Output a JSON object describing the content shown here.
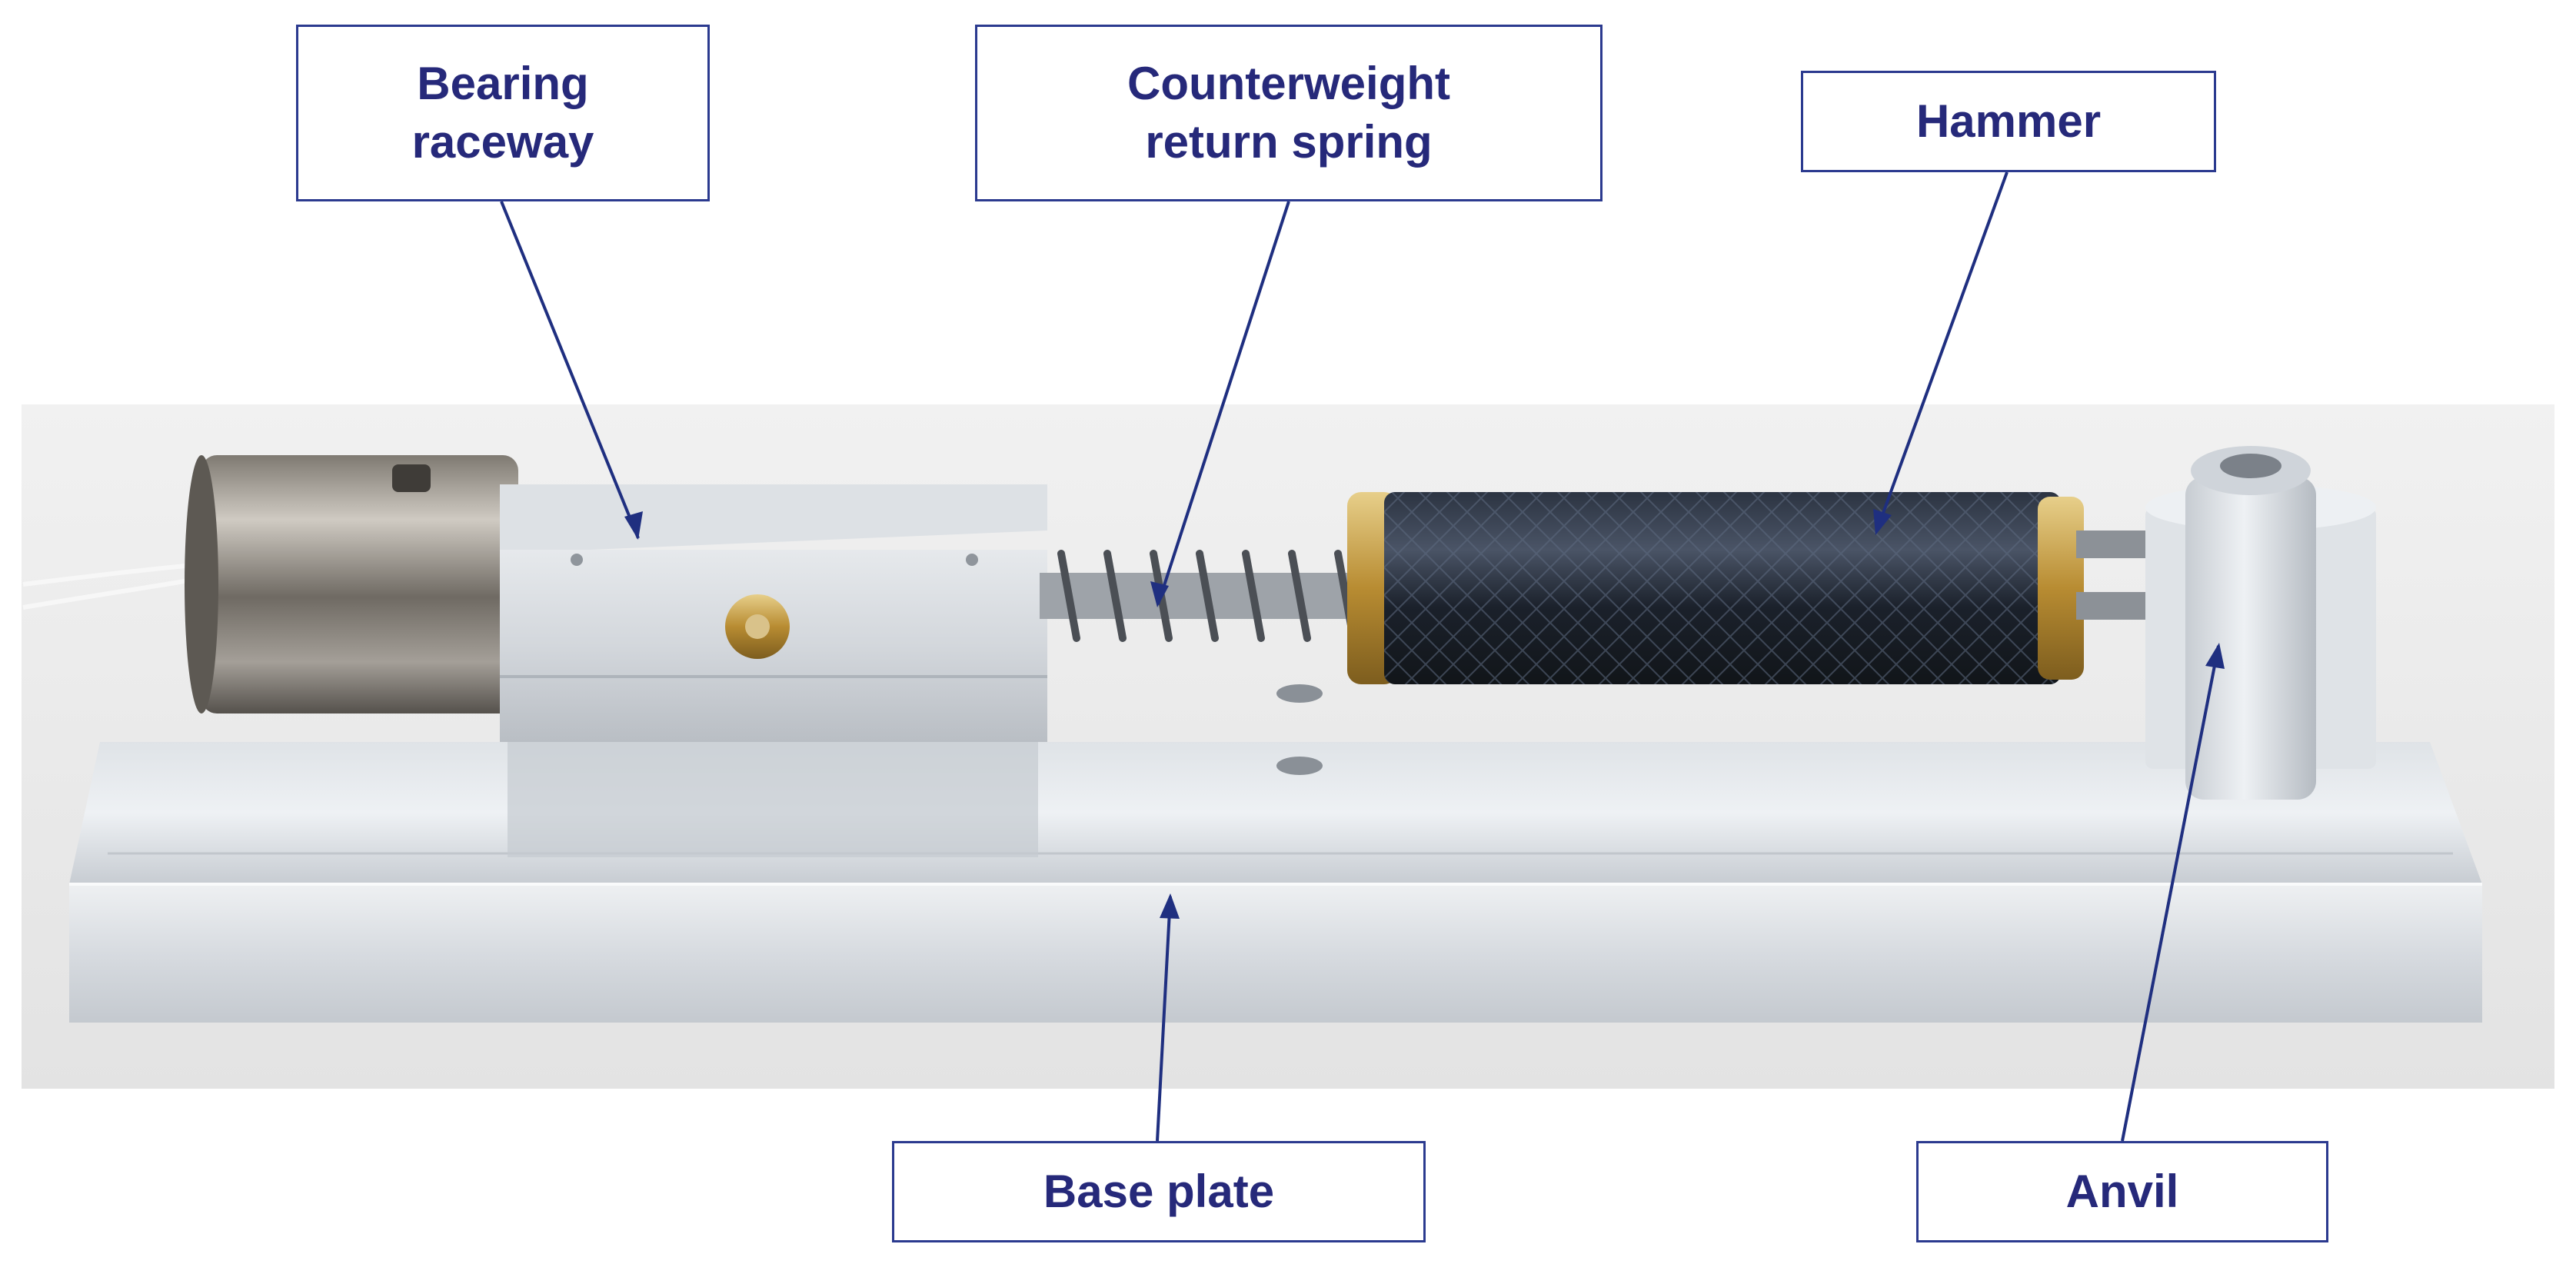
{
  "labels": {
    "bearing_raceway": {
      "line1": "Bearing",
      "line2": "raceway"
    },
    "counterweight_spring": {
      "line1": "Counterweight",
      "line2": "return spring"
    },
    "hammer": "Hammer",
    "base_plate": "Base plate",
    "anvil": "Anvil"
  },
  "colors": {
    "label_text": "#26297a",
    "label_border": "#2b3a8f",
    "leader_line": "#1f2f80",
    "backdrop": "#ececec",
    "aluminium": "#c9ced4",
    "carbon_fiber": "#1d2430",
    "brass": "#c9a24a"
  }
}
